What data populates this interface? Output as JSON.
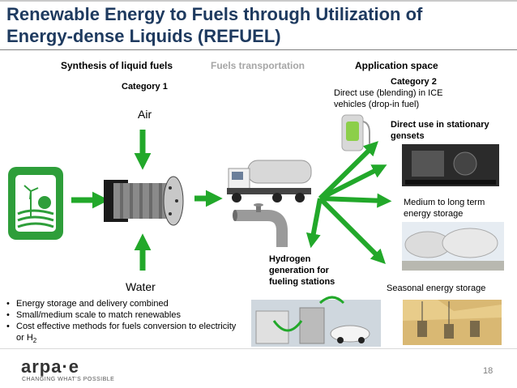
{
  "title": "Renewable Energy to Fuels through Utilization of Energy-dense Liquids (REFUEL)",
  "headers": {
    "synthesis": "Synthesis of liquid fuels",
    "transport": "Fuels transportation",
    "application": "Application space"
  },
  "labels": {
    "category1": "Category 1",
    "category2": "Category 2",
    "air": "Air",
    "water": "Water",
    "direct_blend": "Direct use (blending) in ICE vehicles (drop-in fuel)",
    "direct_stationary": "Direct use in stationary gensets",
    "medium_storage": "Medium to long term energy storage",
    "hydrogen": "Hydrogen generation for fueling stations",
    "seasonal": "Seasonal energy storage"
  },
  "bullets": [
    "Energy storage and delivery combined",
    "Small/medium scale to match renewables",
    "Cost effective methods for fuels conversion to electricity or H"
  ],
  "bullet_subscript": "2",
  "page_number": "18",
  "logo": {
    "wordmark": "arpa·e",
    "tagline": "CHANGING WHAT'S POSSIBLE"
  },
  "colors": {
    "title": "#1e3a5f",
    "arrow": "#22a82a",
    "renewable_icon": "#2e9e3a"
  }
}
